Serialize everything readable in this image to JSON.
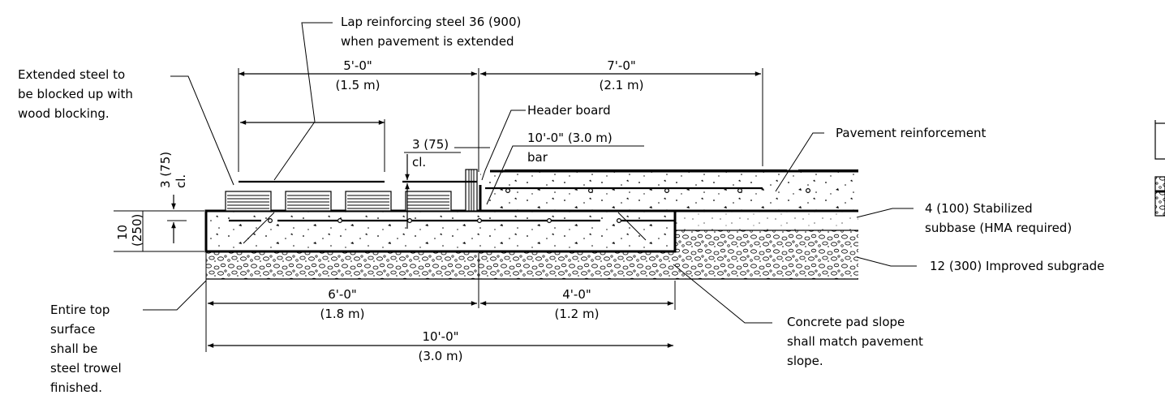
{
  "callouts": {
    "lap_reinforcing": [
      "Lap reinforcing steel 36 (900)",
      "when pavement is extended"
    ],
    "extended_steel": [
      "Extended steel to",
      "be blocked up with",
      "wood blocking."
    ],
    "header_board": "Header board",
    "bar_length": [
      "10'-0\" (3.0 m)",
      "bar"
    ],
    "clearance_small": [
      "3 (75)",
      "cl."
    ],
    "clearance_vertical": [
      "3 (75)",
      "cl."
    ],
    "slab_thickness": [
      "10",
      "(250)"
    ],
    "pavement_reinforcement": "Pavement reinforcement",
    "stabilized_subbase": [
      "4 (100) Stabilized",
      "subbase (HMA required)"
    ],
    "improved_subgrade": "12 (300) Improved subgrade",
    "top_surface": [
      "Entire top",
      "surface",
      "shall be",
      "steel trowel",
      "finished."
    ],
    "pad_slope": [
      "Concrete pad slope",
      "shall match pavement",
      "slope."
    ]
  },
  "dimensions": {
    "top_left": [
      "5'-0\"",
      "(1.5 m)"
    ],
    "top_right": [
      "7'-0\"",
      "(2.1 m)"
    ],
    "bottom_left": [
      "6'-0\"",
      "(1.8 m)"
    ],
    "bottom_right": [
      "4'-0\"",
      "(1.2 m)"
    ],
    "bottom_total": [
      "10'-0\"",
      "(3.0 m)"
    ]
  }
}
